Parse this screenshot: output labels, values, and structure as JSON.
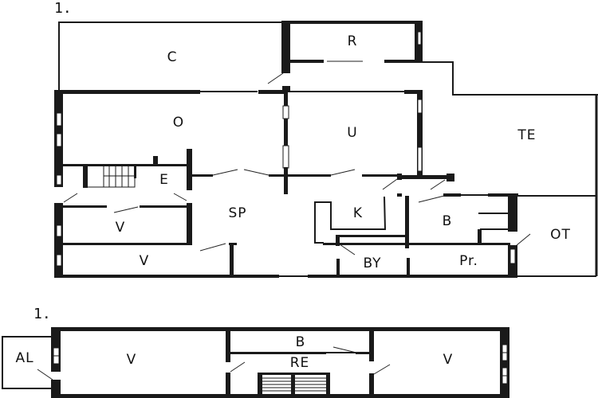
{
  "plans": [
    {
      "floor_label": "1.",
      "rooms": {
        "C": "C",
        "R": "R",
        "O": "O",
        "U": "U",
        "TE": "TE",
        "E": "E",
        "SP": "SP",
        "K": "K",
        "B": "B",
        "OT": "OT",
        "V1": "V",
        "V2": "V",
        "BY": "BY",
        "Pr": "Pr."
      }
    },
    {
      "floor_label": "1.",
      "rooms": {
        "AL": "AL",
        "V1": "V",
        "B": "B",
        "RE": "RE",
        "V2": "V"
      }
    }
  ],
  "colors": {
    "wall": "#1a1a1a",
    "background": "#ffffff"
  }
}
